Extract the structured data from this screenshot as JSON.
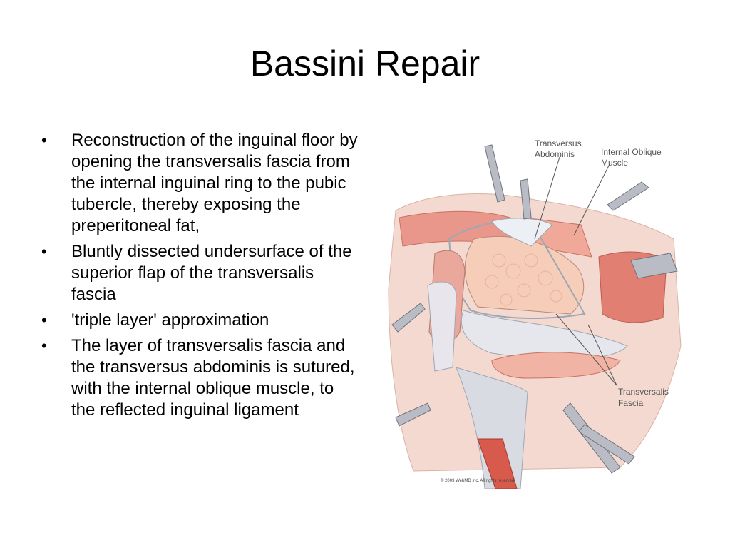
{
  "slide": {
    "title": "Bassini Repair",
    "bullets": [
      "Reconstruction of the inguinal floor by opening the transversalis fascia from the internal inguinal ring to the pubic tubercle, thereby exposing the preperitoneal fat,",
      "Bluntly dissected undersurface of the superior flap of the transversalis fascia",
      "'triple layer' approximation",
      "The layer of transversalis fascia and the transversus abdominis is sutured, with the internal oblique muscle, to the reflected inguinal ligament"
    ],
    "bullet_glyph": "•"
  },
  "figure": {
    "labels": {
      "transversus_1": "Transversus",
      "transversus_2": "Abdominis",
      "internal_oblique_1": "Internal Oblique",
      "internal_oblique_2": "Muscle",
      "transversalis_1": "Transversalis",
      "transversalis_2": "Fascia"
    },
    "copyright": "© 2003 WebMD Inc. All rights reserved"
  }
}
